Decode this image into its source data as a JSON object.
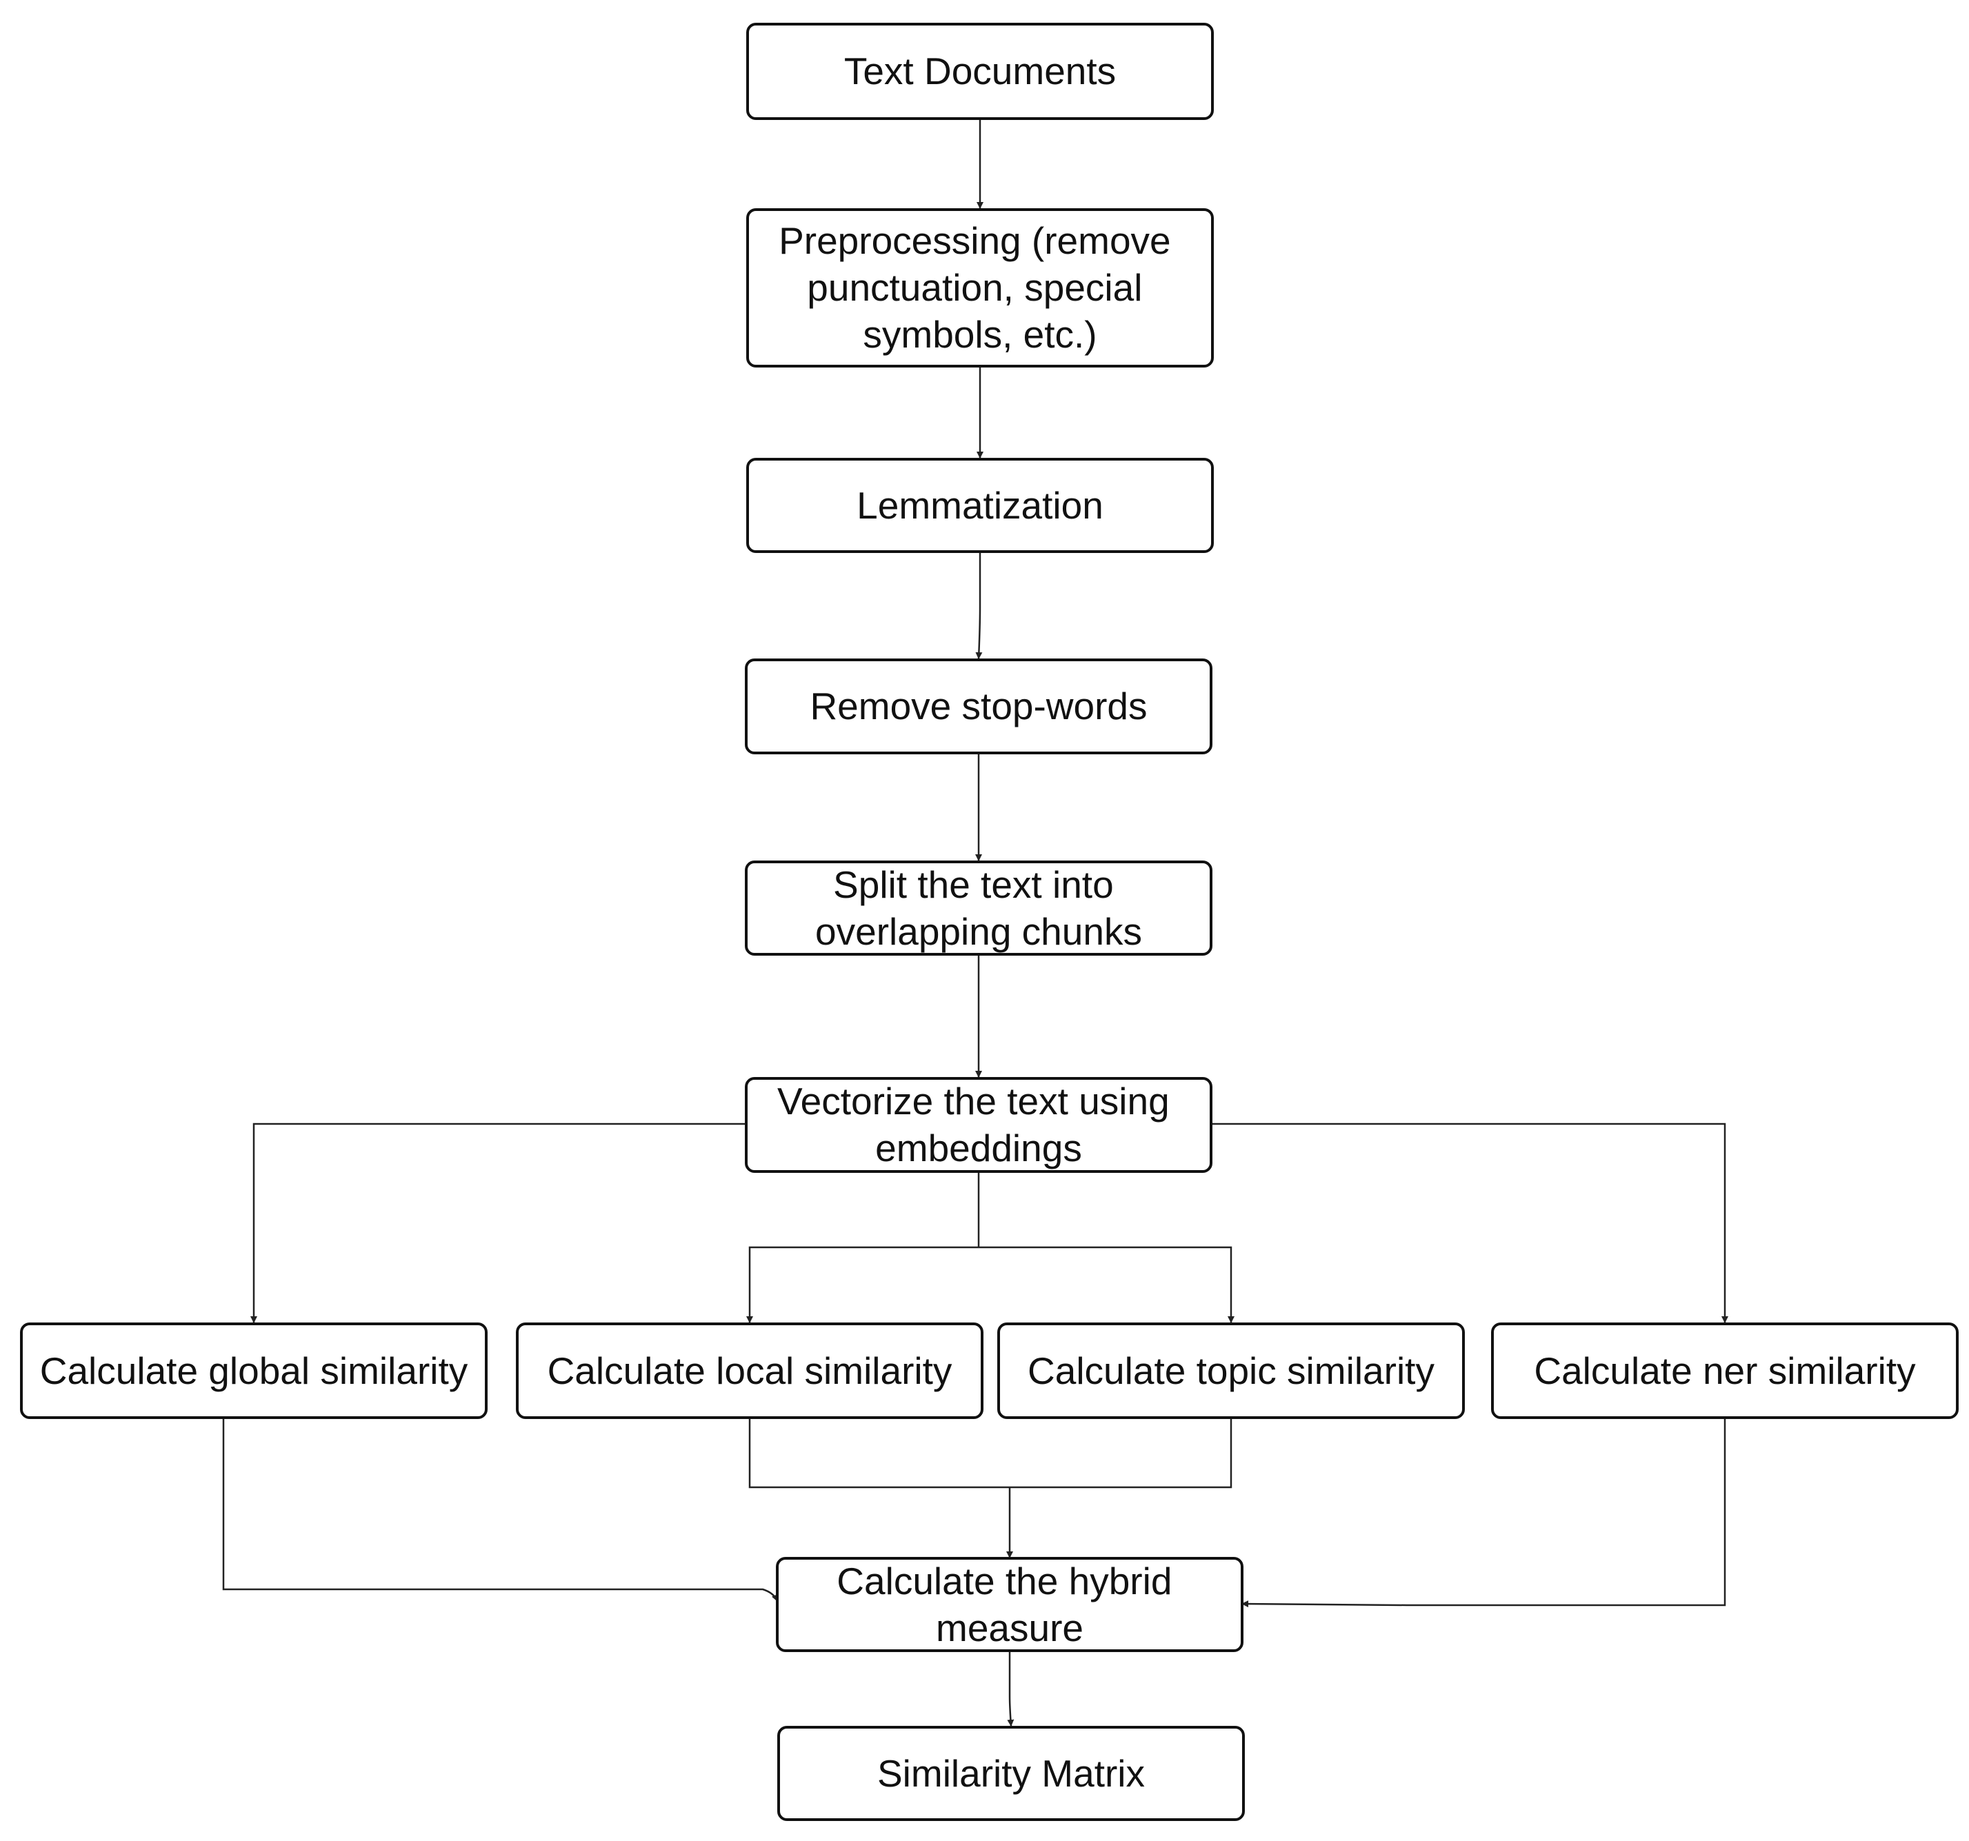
{
  "nodes": {
    "text_documents": {
      "lines": [
        "Text Documents"
      ]
    },
    "preprocessing": {
      "lines": [
        "Preprocessing (remove",
        "punctuation, special",
        "symbols, etc.)"
      ]
    },
    "lemmatization": {
      "lines": [
        "Lemmatization"
      ]
    },
    "remove_stopwords": {
      "lines": [
        "Remove stop-words"
      ]
    },
    "split_text": {
      "lines": [
        "Split the text into",
        "overlapping chunks"
      ]
    },
    "vectorize": {
      "lines": [
        "Vectorize the text using",
        "embeddings"
      ]
    },
    "global_similarity": {
      "lines": [
        "Calculate global similarity"
      ]
    },
    "local_similarity": {
      "lines": [
        "Calculate local similarity"
      ]
    },
    "topic_similarity": {
      "lines": [
        "Calculate topic similarity"
      ]
    },
    "ner_similarity": {
      "lines": [
        "Calculate ner similarity"
      ]
    },
    "hybrid_measure": {
      "lines": [
        "Calculate the hybrid",
        "measure"
      ]
    },
    "similarity_matrix": {
      "lines": [
        "Similarity Matrix"
      ]
    }
  },
  "edges": [
    {
      "from": "text_documents",
      "to": "preprocessing"
    },
    {
      "from": "preprocessing",
      "to": "lemmatization"
    },
    {
      "from": "lemmatization",
      "to": "remove_stopwords"
    },
    {
      "from": "remove_stopwords",
      "to": "split_text"
    },
    {
      "from": "split_text",
      "to": "vectorize"
    },
    {
      "from": "vectorize",
      "to": "global_similarity"
    },
    {
      "from": "vectorize",
      "to": "local_similarity"
    },
    {
      "from": "vectorize",
      "to": "topic_similarity"
    },
    {
      "from": "vectorize",
      "to": "ner_similarity"
    },
    {
      "from": "global_similarity",
      "to": "hybrid_measure"
    },
    {
      "from": "local_similarity",
      "to": "hybrid_measure"
    },
    {
      "from": "topic_similarity",
      "to": "hybrid_measure"
    },
    {
      "from": "ner_similarity",
      "to": "hybrid_measure"
    },
    {
      "from": "hybrid_measure",
      "to": "similarity_matrix"
    }
  ]
}
